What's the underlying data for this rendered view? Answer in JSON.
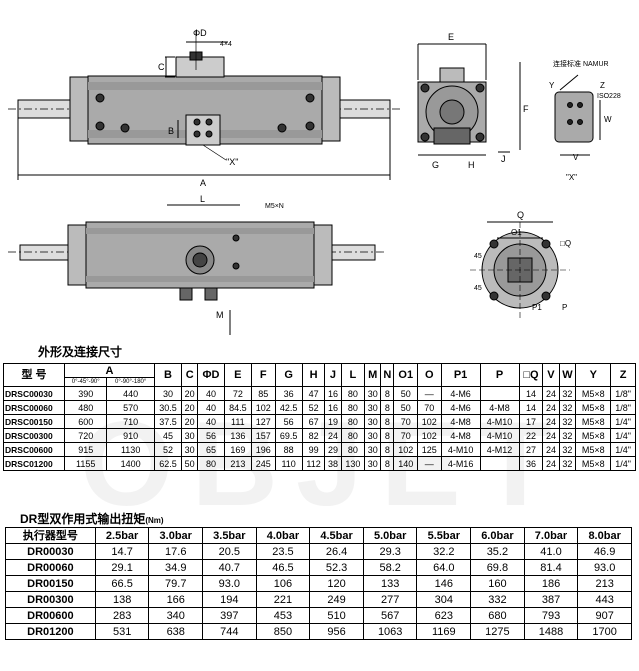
{
  "drawing": {
    "dim_labels": {
      "phi_d": "ΦD",
      "four_by_four": "4×4",
      "c": "C",
      "b": "B",
      "x_view": "\"X\"",
      "a": "A",
      "e": "E",
      "f": "F",
      "g": "G",
      "h": "H",
      "j": "J",
      "l": "L",
      "m5n": "M5×N",
      "m": "M",
      "q": "Q",
      "o1": "O1",
      "square_q": "□Q",
      "p1": "P1",
      "p": "P",
      "angle": "45",
      "y": "Y",
      "z": "Z",
      "v": "V",
      "w": "W",
      "iso": "ISO228",
      "namur_note": "连接标准 NAMUR",
      "x_view_side": "\"X\""
    }
  },
  "spec": {
    "title": "外形及连接尺寸",
    "model_header": "型  号",
    "headers": [
      "A",
      "B",
      "C",
      "ΦD",
      "E",
      "F",
      "G",
      "H",
      "J",
      "L",
      "M",
      "N",
      "O1",
      "O",
      "P1",
      "P",
      "□Q",
      "V",
      "W",
      "Y",
      "Z"
    ],
    "a_sub": [
      "0°-45°-90°",
      "0°-90°-180°"
    ],
    "rows": [
      [
        "DRSC00030",
        "390",
        "440",
        "30",
        "20",
        "40",
        "72",
        "85",
        "36",
        "47",
        "16",
        "80",
        "30",
        "8",
        "50",
        "—",
        "4-M6",
        "",
        "14",
        "24",
        "32",
        "M5×8",
        "1/8\""
      ],
      [
        "DRSC00060",
        "480",
        "570",
        "30.5",
        "20",
        "40",
        "84.5",
        "102",
        "42.5",
        "52",
        "16",
        "80",
        "30",
        "8",
        "50",
        "70",
        "4-M6",
        "4-M8",
        "14",
        "24",
        "32",
        "M5×8",
        "1/8\""
      ],
      [
        "DRSC00150",
        "600",
        "710",
        "37.5",
        "20",
        "40",
        "111",
        "127",
        "56",
        "67",
        "19",
        "80",
        "30",
        "8",
        "70",
        "102",
        "4-M8",
        "4-M10",
        "17",
        "24",
        "32",
        "M5×8",
        "1/4\""
      ],
      [
        "DRSC00300",
        "720",
        "910",
        "45",
        "30",
        "56",
        "136",
        "157",
        "69.5",
        "82",
        "24",
        "80",
        "30",
        "8",
        "70",
        "102",
        "4-M8",
        "4-M10",
        "22",
        "24",
        "32",
        "M5×8",
        "1/4\""
      ],
      [
        "DRSC00600",
        "915",
        "1130",
        "52",
        "30",
        "65",
        "169",
        "196",
        "88",
        "99",
        "29",
        "80",
        "30",
        "8",
        "102",
        "125",
        "4-M10",
        "4-M12",
        "27",
        "24",
        "32",
        "M5×8",
        "1/4\""
      ],
      [
        "DRSC01200",
        "1155",
        "1400",
        "62.5",
        "50",
        "80",
        "213",
        "245",
        "110",
        "112",
        "38",
        "130",
        "30",
        "8",
        "140",
        "—",
        "4-M16",
        "",
        "36",
        "24",
        "32",
        "M5×8",
        "1/4\""
      ]
    ]
  },
  "torque": {
    "title": "DR型双作用式输出扭矩",
    "unit": "(Nm)",
    "header_model": "执行器型号",
    "pressures": [
      "2.5bar",
      "3.0bar",
      "3.5bar",
      "4.0bar",
      "4.5bar",
      "5.0bar",
      "5.5bar",
      "6.0bar",
      "7.0bar",
      "8.0bar"
    ],
    "rows": [
      [
        "DR00030",
        "14.7",
        "17.6",
        "20.5",
        "23.5",
        "26.4",
        "29.3",
        "32.2",
        "35.2",
        "41.0",
        "46.9"
      ],
      [
        "DR00060",
        "29.1",
        "34.9",
        "40.7",
        "46.5",
        "52.3",
        "58.2",
        "64.0",
        "69.8",
        "81.4",
        "93.0"
      ],
      [
        "DR00150",
        "66.5",
        "79.7",
        "93.0",
        "106",
        "120",
        "133",
        "146",
        "160",
        "186",
        "213"
      ],
      [
        "DR00300",
        "138",
        "166",
        "194",
        "221",
        "249",
        "277",
        "304",
        "332",
        "387",
        "443"
      ],
      [
        "DR00600",
        "283",
        "340",
        "397",
        "453",
        "510",
        "567",
        "623",
        "680",
        "793",
        "907"
      ],
      [
        "DR01200",
        "531",
        "638",
        "744",
        "850",
        "956",
        "1063",
        "1169",
        "1275",
        "1488",
        "1700"
      ]
    ]
  }
}
